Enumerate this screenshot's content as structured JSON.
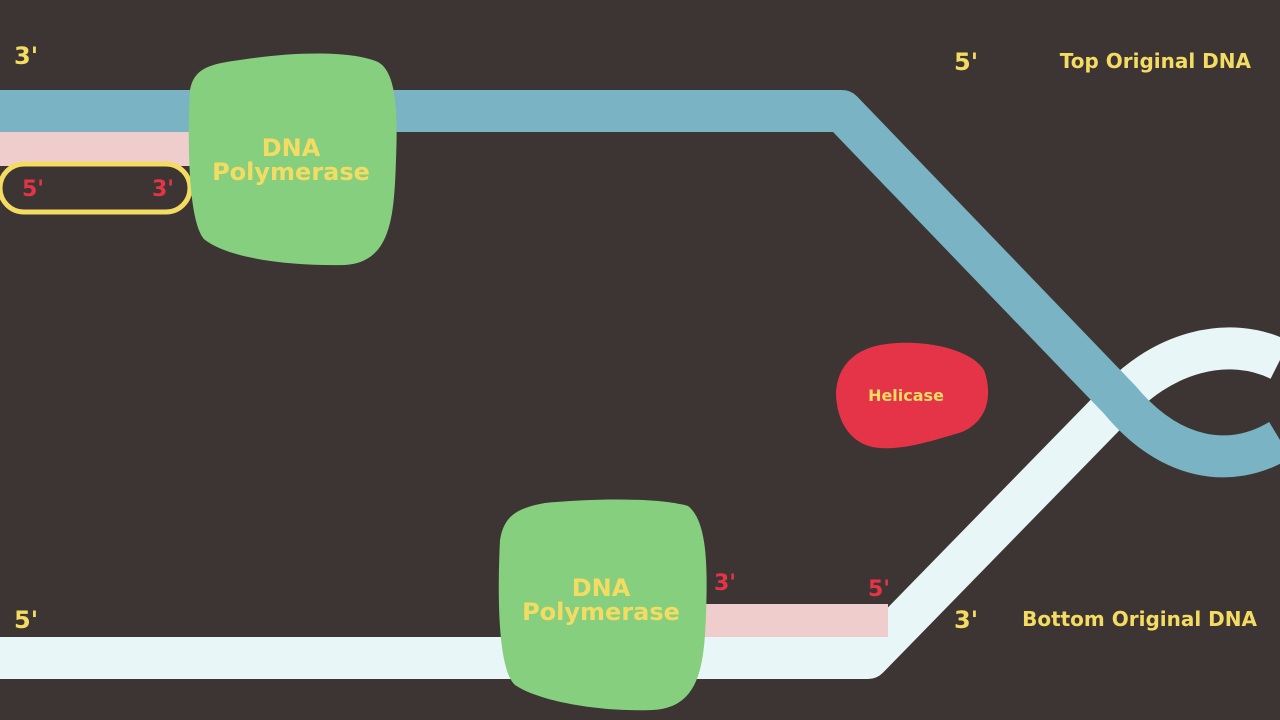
{
  "labels": {
    "top_left_end": "3'",
    "top_right_end": "5'",
    "top_strand_name": "Top Original DNA",
    "bottom_left_end": "5'",
    "bottom_right_end": "3'",
    "bottom_strand_name": "Bottom Original DNA",
    "new_top_5": "5'",
    "new_top_3": "3'",
    "new_bottom_3": "3'",
    "new_bottom_5": "5'"
  },
  "polymerase": {
    "line1": "DNA",
    "line2": "Polymerase"
  },
  "helicase": {
    "label": "Helicase"
  },
  "colors": {
    "background": "#3d3533",
    "top_strand": "#7ab3c3",
    "bottom_strand": "#e9f6f8",
    "new_strand": "#f0cdcd",
    "polymerase": "#86cf7f",
    "helicase": "#e53447",
    "label_yellow": "#f4dc62",
    "label_red": "#e53447",
    "highlight": "#f4dc62"
  }
}
